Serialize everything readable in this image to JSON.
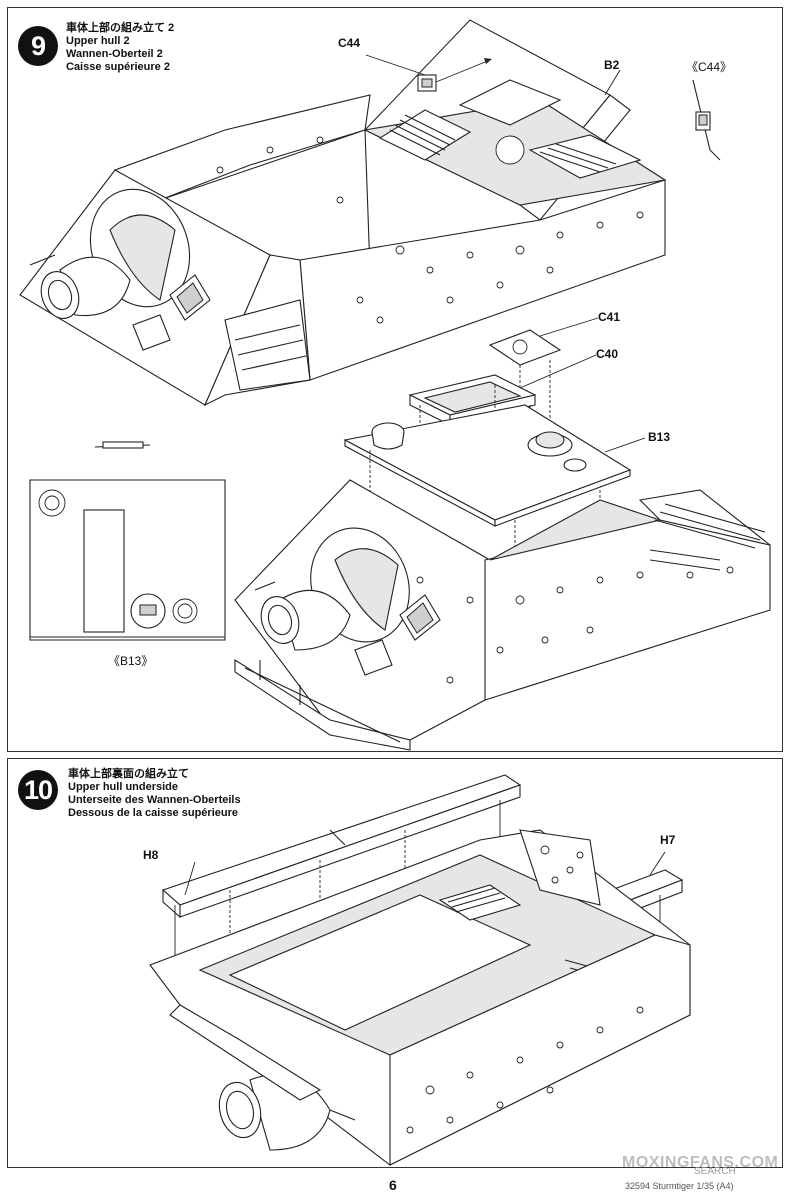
{
  "steps": [
    {
      "number": "9",
      "title_jp": "車体上部の組み立て 2",
      "title_en": "Upper hull 2",
      "title_de": "Wannen-Oberteil 2",
      "title_fr": "Caisse supérieure 2",
      "labels": {
        "c44": "C44",
        "b2": "B2",
        "c44_detail": "《C44》",
        "c41": "C41",
        "c40": "C40",
        "b13": "B13",
        "b13_detail": "《B13》"
      }
    },
    {
      "number": "10",
      "title_jp": "車体上部裏面の組み立て",
      "title_en": "Upper hull underside",
      "title_de": "Unterseite des Wannen-Oberteils",
      "title_fr": "Dessous de la caisse supérieure",
      "labels": {
        "h8": "H8",
        "h7": "H7"
      }
    }
  ],
  "footer": {
    "page_number": "6",
    "code": "32594 Sturmtiger 1/35 (A4)",
    "watermark": "MOXINGFANS.COM",
    "search": "SEARCH"
  }
}
